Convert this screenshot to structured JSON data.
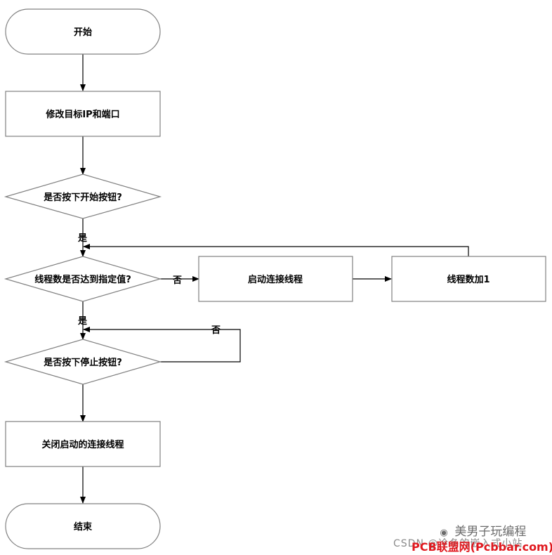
{
  "nodes": {
    "start": "开始",
    "modify": "修改目标IP和端口",
    "check_start": "是否按下开始按钮?",
    "check_threads": "线程数是否达到指定值?",
    "start_thread": "启动连接线程",
    "inc_thread": "线程数加1",
    "check_stop": "是否按下停止按钮?",
    "close": "关闭启动的连接线程",
    "end": "结束"
  },
  "edge_labels": {
    "start_yes": "是",
    "threads_no": "否",
    "threads_yes": "是",
    "stop_no": "否"
  },
  "watermarks": {
    "wechat_icon": "wechat-icon",
    "wechat_text": "美男子玩编程",
    "csdn": "CSDN @冷冬的嵌入式小站",
    "pcb": "PCB联盟网(Pcbbar.com)"
  },
  "colors": {
    "shape_border": "#808080",
    "edge": "#000000",
    "pcb_watermark": "#e0181e"
  }
}
